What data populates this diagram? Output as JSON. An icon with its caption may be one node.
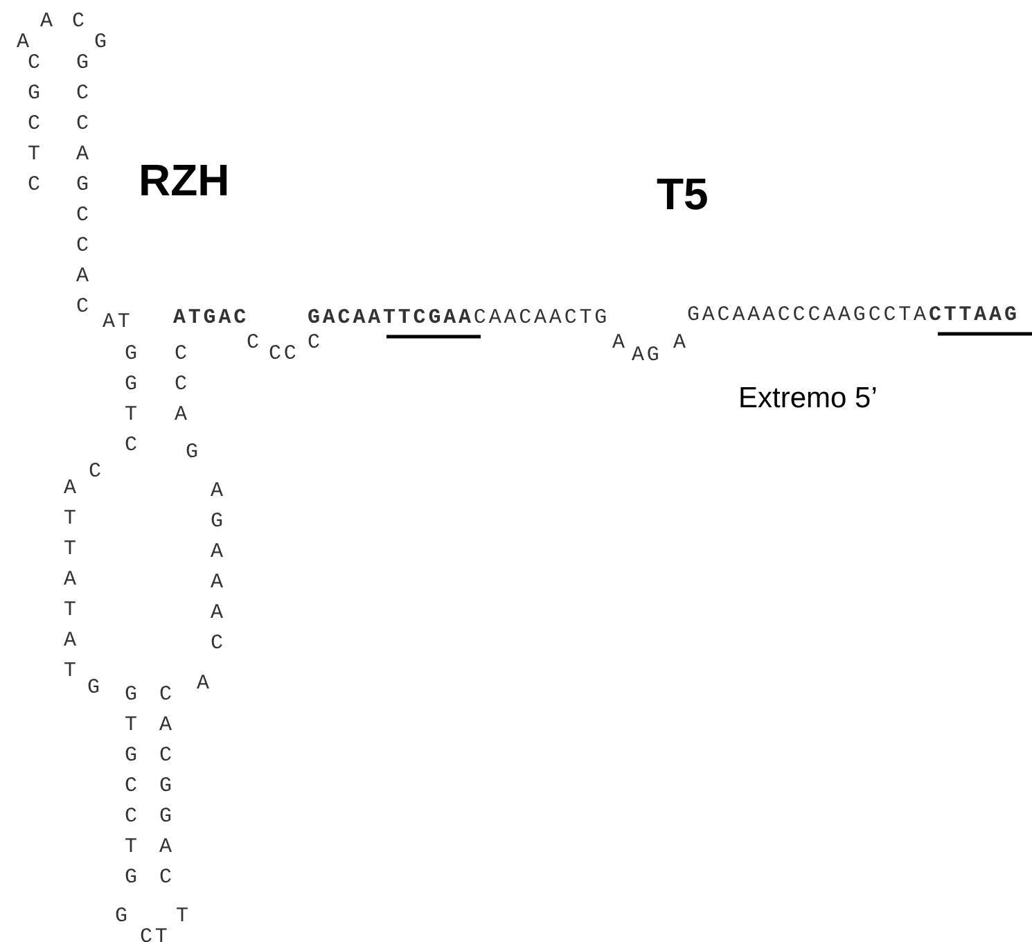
{
  "diagram": {
    "labels": [
      "A",
      "A",
      "C",
      "G",
      "C G C T C",
      "G C C A G C C A C",
      "RZH",
      "T5",
      "AT",
      "**ATGAC**",
      "C",
      "CC",
      "C",
      "**GACAATTCGAA**CAACAACTG",
      "A",
      "AG",
      "A",
      "GACAAACCCAAGCCTA**CTTAAG**",
      "Extremo 5’",
      "G G T C",
      "C C A",
      "G",
      "C",
      "A T T A T A T",
      "G",
      "A G A A A C",
      "A",
      "G T G C C T G",
      "C A C G G A C",
      "G",
      "T",
      "CT"
    ]
  }
}
